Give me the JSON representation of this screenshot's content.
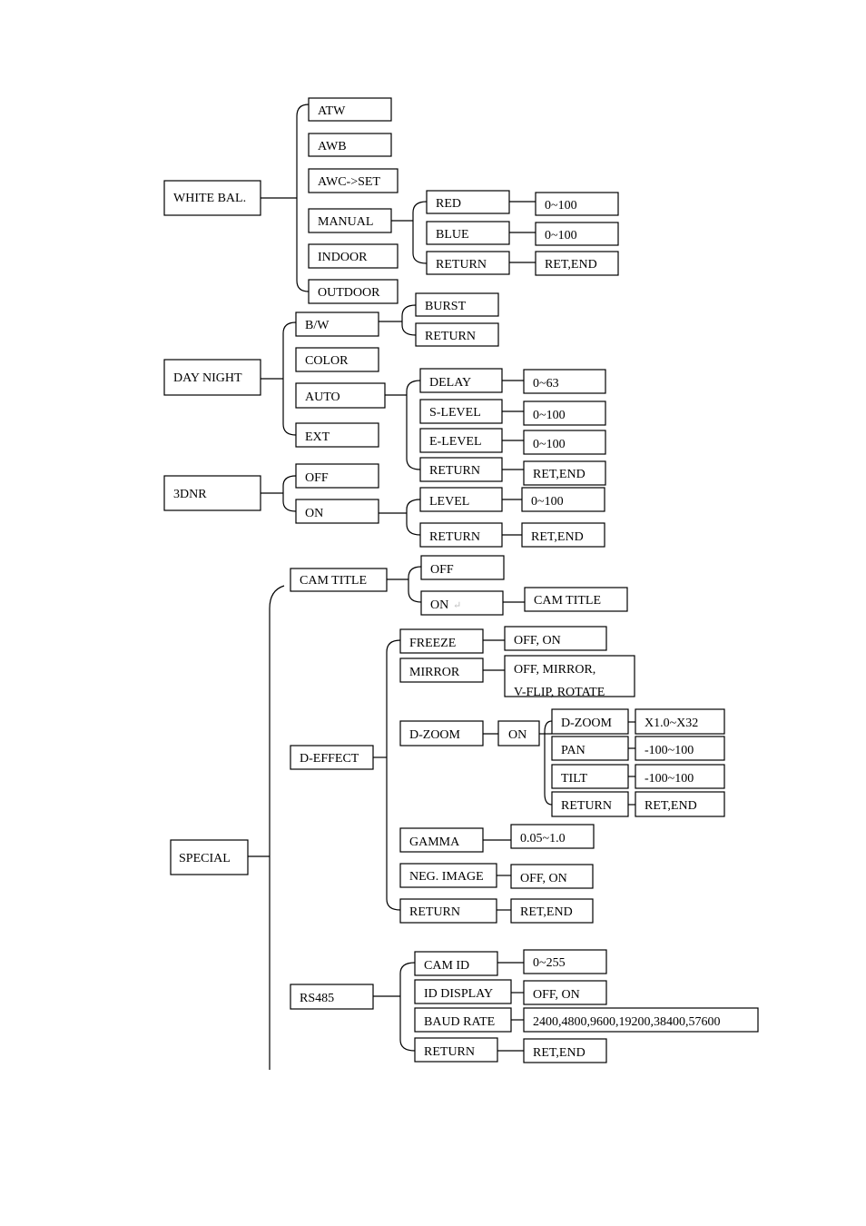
{
  "white_balance": {
    "title": "WHITE BAL.",
    "atw": "ATW",
    "awb": "AWB",
    "awc_set": "AWC->SET",
    "manual": "MANUAL",
    "indoor": "INDOOR",
    "outdoor": "OUTDOOR",
    "red": "RED",
    "red_range": "0~100",
    "blue": "BLUE",
    "blue_range": "0~100",
    "return": "RETURN",
    "return_value": "RET,END"
  },
  "day_night": {
    "title": "DAY NIGHT",
    "bw": "B/W",
    "color": "COLOR",
    "auto": "AUTO",
    "ext": "EXT",
    "burst": "BURST",
    "bw_return": "RETURN",
    "delay": "DELAY",
    "delay_range": "0~63",
    "s_level": "S-LEVEL",
    "s_level_range": "0~100",
    "e_level": "E-LEVEL",
    "e_level_range": "0~100",
    "auto_return": "RETURN",
    "auto_return_value": "RET,END"
  },
  "dnr": {
    "title": "3DNR",
    "off": "OFF",
    "on": "ON",
    "level": "LEVEL",
    "level_range": "0~100",
    "return": "RETURN",
    "return_value": "RET,END"
  },
  "special": {
    "title": "SPECIAL",
    "cam_title": "CAM TITLE",
    "cam_title_off": "OFF",
    "cam_title_on": "ON",
    "return_glyph": "↵",
    "cam_title_value": "CAM TITLE",
    "d_effect": "D-EFFECT",
    "freeze": "FREEZE",
    "freeze_value": "OFF, ON",
    "mirror": "MIRROR",
    "mirror_value_1": "OFF, MIRROR,",
    "mirror_value_2": "V-FLIP, ROTATE",
    "d_zoom": "D-ZOOM",
    "d_zoom_on": "ON",
    "d_zoom_sub": "D-ZOOM",
    "d_zoom_range": "X1.0~X32",
    "pan": "PAN",
    "pan_range": "-100~100",
    "tilt": "TILT",
    "tilt_range": "-100~100",
    "zoom_return": "RETURN",
    "zoom_return_value": "RET,END",
    "gamma": "GAMMA",
    "gamma_range": "0.05~1.0",
    "neg_image": "NEG. IMAGE",
    "neg_image_value": "OFF, ON",
    "effect_return": "RETURN",
    "effect_return_value": "RET,END",
    "rs485": "RS485",
    "cam_id": "CAM ID",
    "cam_id_range": "0~255",
    "id_display": "ID DISPLAY",
    "id_display_value": "OFF, ON",
    "baud_rate": "BAUD RATE",
    "baud_rate_value": "2400,4800,9600,19200,38400,57600",
    "rs_return": "RETURN",
    "rs_return_value": "RET,END"
  }
}
